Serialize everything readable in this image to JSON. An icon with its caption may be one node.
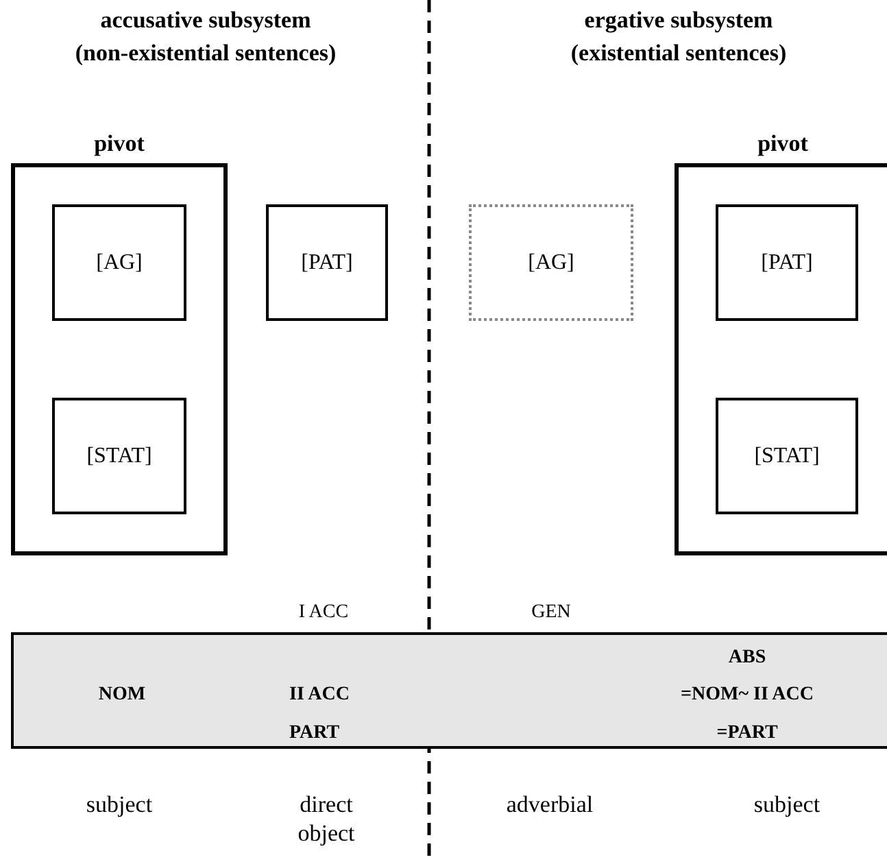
{
  "diagram": {
    "nodes": [
      {
        "text": [
          "pivot"
        ]
      },
      {
        "text": [
          "[AG]"
        ],
        "in": 0
      },
      {
        "text": [
          "[STAT]"
        ],
        "in": 0
      },
      {
        "text": [
          "[PAT]"
        ]
      },
      {
        "text": [
          "[AG]"
        ]
      },
      {
        "text": [
          "pivot"
        ]
      },
      {
        "text": [
          "[PAT]"
        ],
        "in": 5
      },
      {
        "text": [
          "[STAT]"
        ],
        "in": 5
      },
      {
        "text": [
          "NOM",
          "II ACC",
          "PART",
          "ABS",
          "=NOM~ II ACC",
          "=PART"
        ]
      }
    ],
    "labels": [
      "accusative subsystem",
      "(non-existential sentences)",
      "ergative subsystem",
      "(existential sentences)",
      "I ACC",
      "GEN",
      "subject",
      "direct object",
      "adverbial",
      "subject"
    ]
  }
}
